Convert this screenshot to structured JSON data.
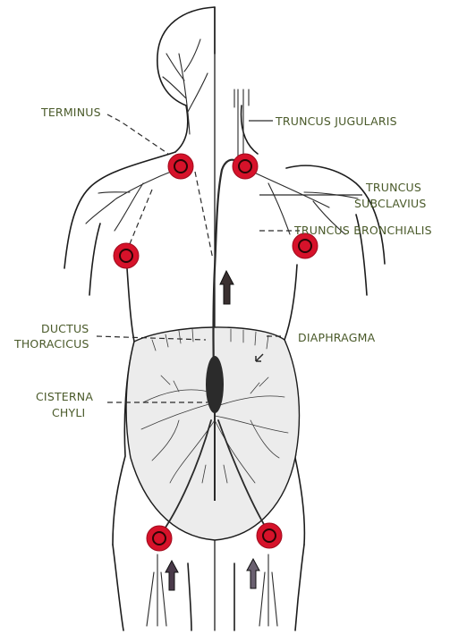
{
  "labels": {
    "terminus": "TERMINUS",
    "truncus_jugularis": "TRUNCUS JUGULARIS",
    "truncus_subclavius_1": "TRUNCUS",
    "truncus_subclavius_2": "SUBCLAVIUS",
    "truncus_bronchialis": "TRUNCUS BRONCHIALIS",
    "ductus_thoracicus_1": "DUCTUS",
    "ductus_thoracicus_2": "THORACICUS",
    "diaphragma": "DIAPHRAGMA",
    "cisterna_chyli_1": "CISTERNA",
    "cisterna_chyli_2": "CHYLI"
  },
  "colors": {
    "label_text": "#4a5a2a",
    "lymph_node": "#d6122a",
    "abdomen_fill": "#ececec",
    "outline": "#1c1c1c"
  },
  "icons": {
    "lymph_node": "red-circle-node",
    "flow_arrow": "up-arrow"
  }
}
